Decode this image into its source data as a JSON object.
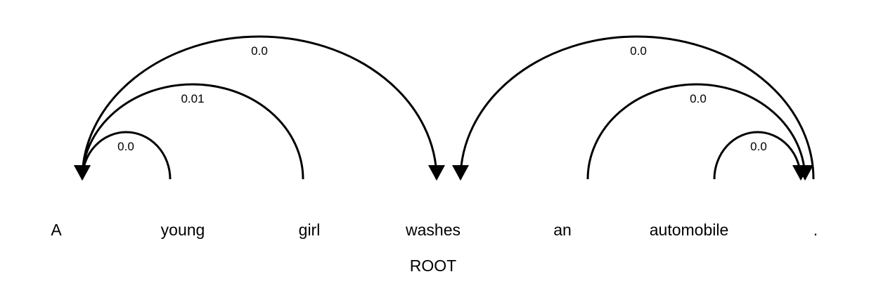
{
  "tokens": [
    {
      "text": "A"
    },
    {
      "text": "young"
    },
    {
      "text": "girl"
    },
    {
      "text": "washes"
    },
    {
      "text": "an"
    },
    {
      "text": "automobile"
    },
    {
      "text": "."
    }
  ],
  "root": {
    "token_index": 3,
    "label": "ROOT"
  },
  "arcs": [
    {
      "from": 1,
      "to": 0,
      "label": "0.0"
    },
    {
      "from": 2,
      "to": 0,
      "label": "0.01"
    },
    {
      "from": 0,
      "to": 3,
      "label": "0.0"
    },
    {
      "from": 6,
      "to": 3,
      "label": "0.0"
    },
    {
      "from": 4,
      "to": 6,
      "label": "0.0"
    },
    {
      "from": 5,
      "to": 6,
      "label": "0.0"
    }
  ]
}
